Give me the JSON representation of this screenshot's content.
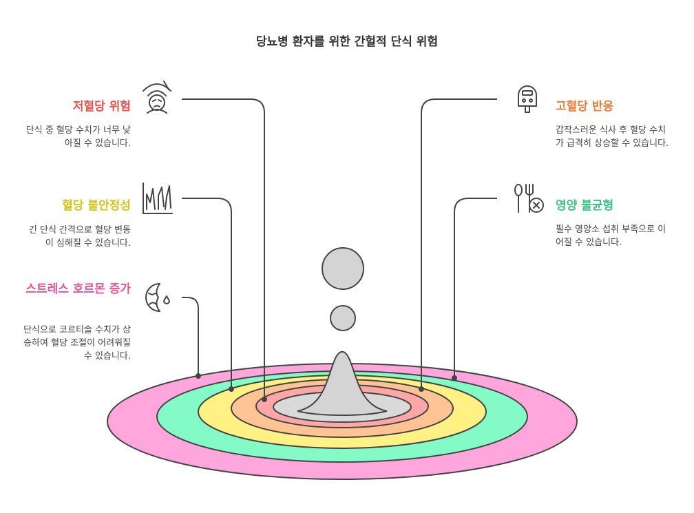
{
  "title": "당뇨병 환자를 위한 간헐적 단식 위험",
  "colors": {
    "ring_outer": "#FFA6DD",
    "ring_2": "#84FBC6",
    "ring_3": "#FFF183",
    "ring_4": "#FFC394",
    "ring_5": "#FFA7A7",
    "ring_inner": "#D9D9D9",
    "stroke": "#444444"
  },
  "items": {
    "hypoglycemia": {
      "label": "저혈당 위험",
      "desc": "단식 중 혈당 수치가 너무 낮아질 수 있습니다.",
      "color": "#E5534B",
      "icon": "fainting-face-icon"
    },
    "instability": {
      "label": "혈당 불안정성",
      "desc": "긴 단식 간격으로 혈당 변동이 심해질 수 있습니다.",
      "color": "#D4C21D",
      "icon": "fluctuation-bars-icon"
    },
    "stress": {
      "label": "스트레스 호르몬 증가",
      "desc": "단식으로 코르티솔 수치가 상승하여 혈당 조절이 어려워질 수 있습니다.",
      "color": "#E0559D",
      "icon": "sad-crying-face-icon"
    },
    "hyperglycemia": {
      "label": "고혈당 반응",
      "desc": "갑작스러운 식사 후 혈당 수치가 급격히 상승할 수 있습니다.",
      "color": "#E8803A",
      "icon": "glucose-meter-icon"
    },
    "nutrition": {
      "label": "영양 불균형",
      "desc": "필수 영양소 섭취 부족으로 이어질 수 있습니다.",
      "color": "#3CBF82",
      "icon": "no-food-utensils-icon"
    }
  }
}
